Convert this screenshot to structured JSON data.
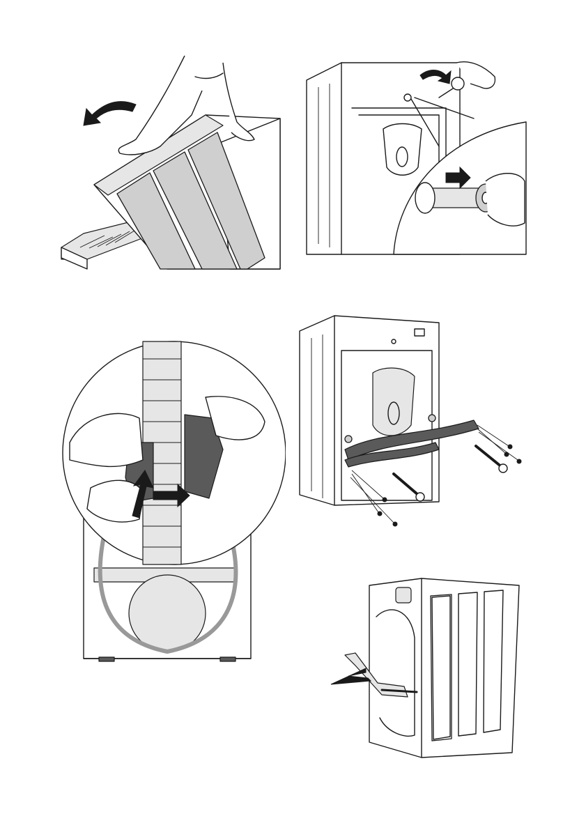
{
  "document": {
    "illustrations": [
      {
        "id": "remove-packaging-base"
      },
      {
        "id": "remove-transit-bolt"
      },
      {
        "id": "unclip-drain-hose"
      },
      {
        "id": "fit-transit-bracket"
      },
      {
        "id": "pull-out-bracket"
      }
    ]
  },
  "colors": {
    "line": "#1a1a1a",
    "panel_fill": "#cfcfcf",
    "bracket_fill": "#5a5a5a",
    "background": "#ffffff"
  }
}
